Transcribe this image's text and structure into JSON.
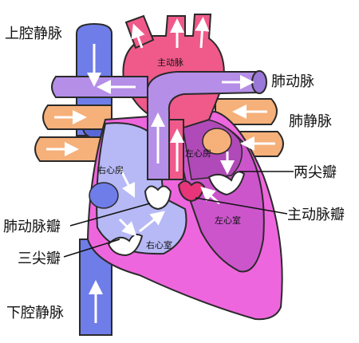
{
  "labels": {
    "superior_vena_cava": "上腔静脉",
    "inferior_vena_cava": "下腔静脉",
    "pulmonary_artery": "肺动脉",
    "pulmonary_vein": "肺静脉",
    "mitral_valve": "两尖瓣",
    "aortic_valve": "主动脉瓣",
    "pulmonary_valve": "肺动脉瓣",
    "tricuspid_valve": "三尖瓣",
    "aorta": "主动脉",
    "right_atrium": "右心房",
    "left_atrium": "左心房",
    "left_ventricle": "左心室",
    "right_ventricle": "右心室"
  },
  "colors": {
    "vena_cava": "#6f7de8",
    "right_heart": "#b6b9f5",
    "aorta": "#ef5a8a",
    "left_heart": "#cc55cc",
    "pulmonary_artery": "#b58ee8",
    "pulmonary_vein": "#f6b07a",
    "outer_wall": "#ee66dd",
    "valve": "#ffffff"
  }
}
